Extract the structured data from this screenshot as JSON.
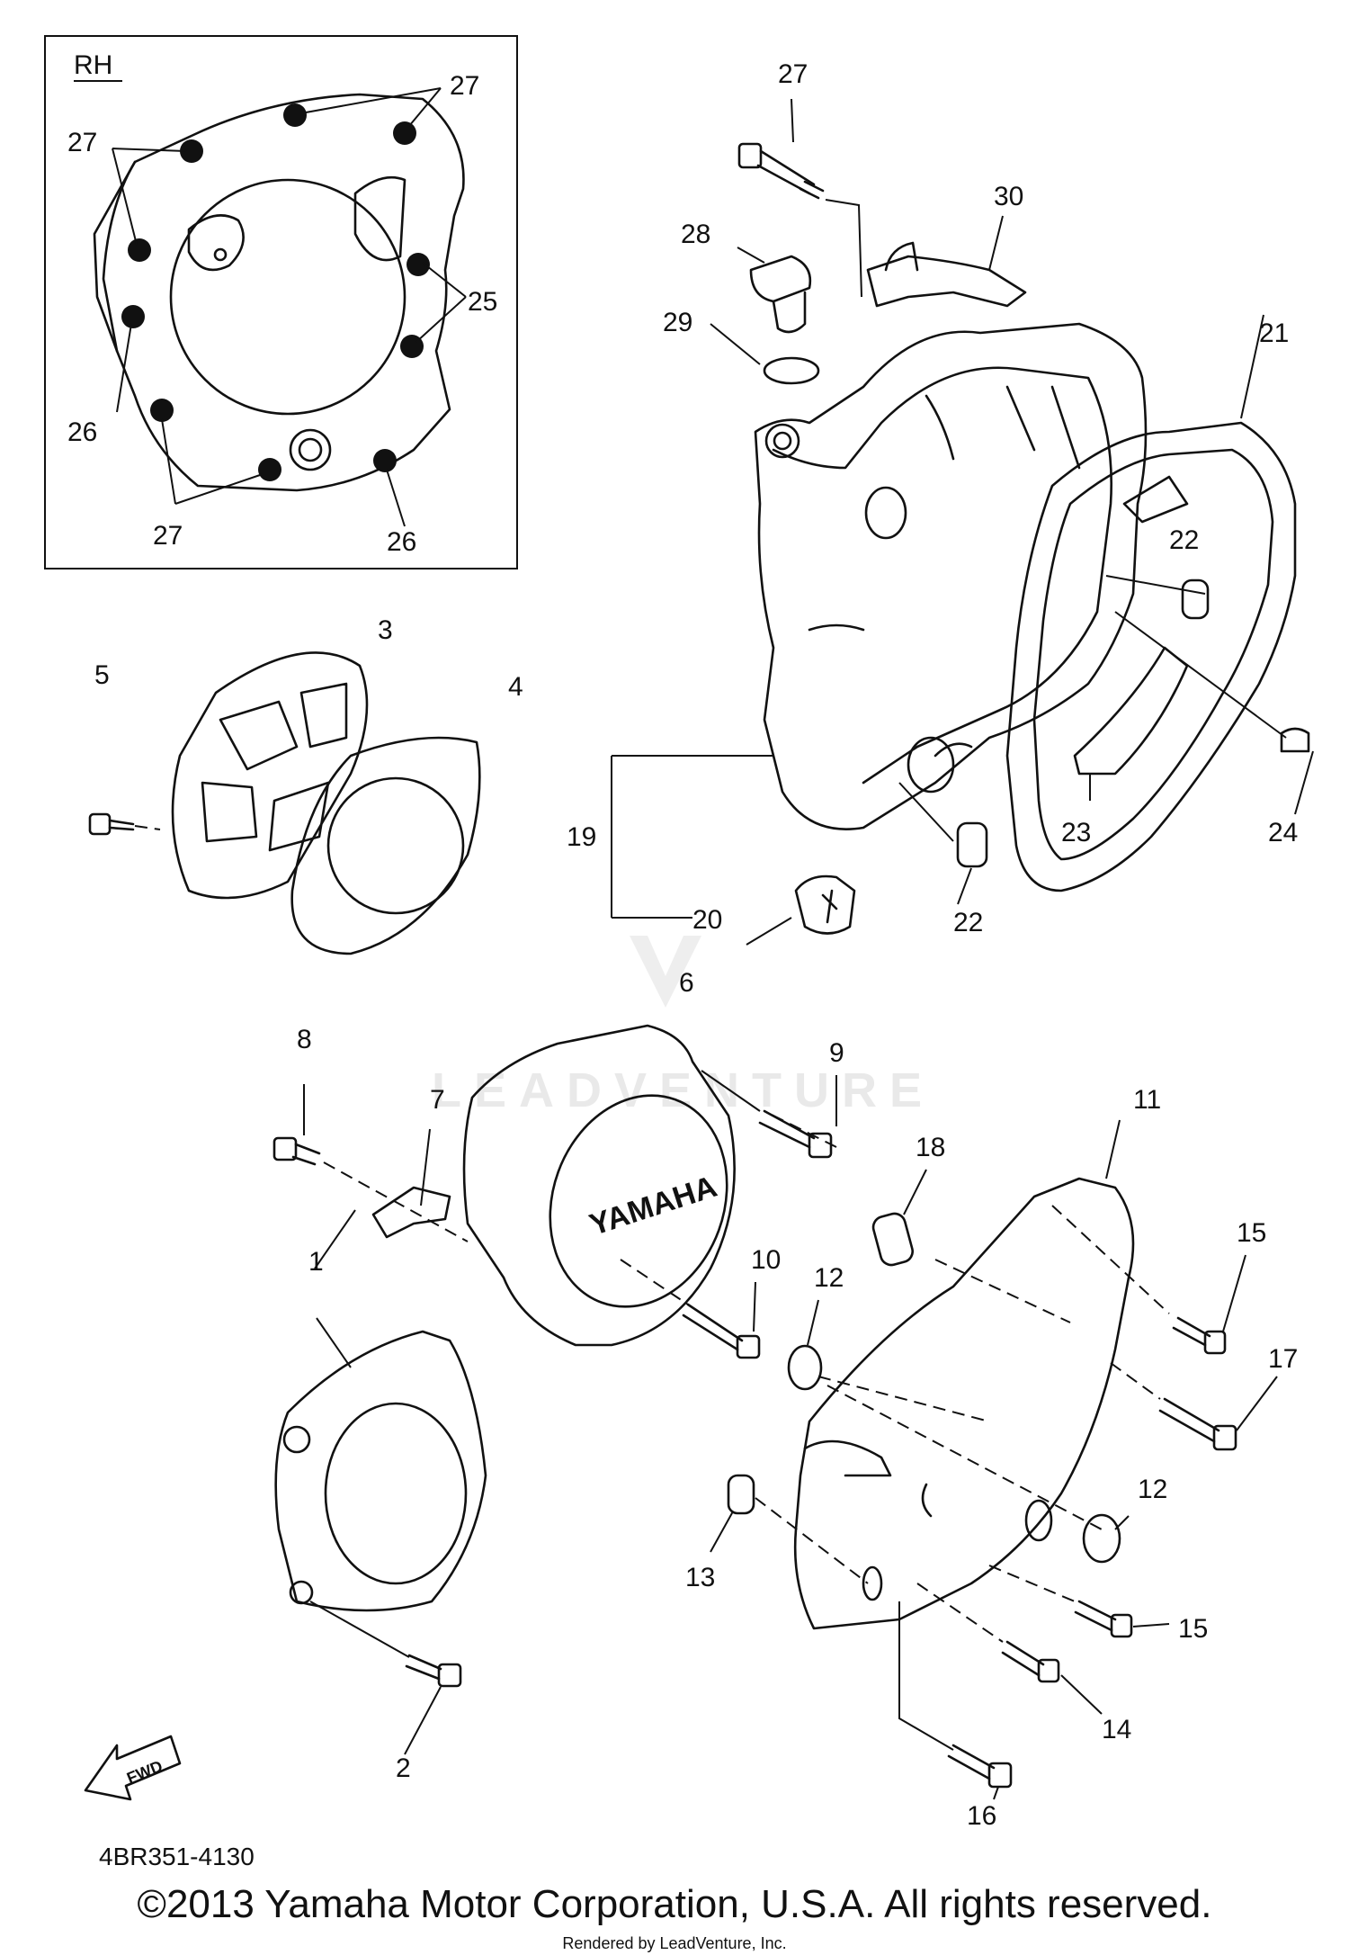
{
  "inset": {
    "title": "RH"
  },
  "callouts": [
    "1",
    "2",
    "3",
    "4",
    "5",
    "6",
    "7",
    "8",
    "9",
    "10",
    "11",
    "12",
    "12",
    "13",
    "14",
    "15",
    "15",
    "16",
    "17",
    "18",
    "19",
    "20",
    "21",
    "22",
    "22",
    "23",
    "24",
    "25",
    "26",
    "26",
    "27",
    "27",
    "27",
    "27",
    "28",
    "29",
    "30"
  ],
  "fwd_arrow_text": "FWD",
  "cover_logo": "YAMAHA",
  "watermark": "LEADVENTURE",
  "part_code": "4BR351-4130",
  "copyright": "©2013 Yamaha Motor Corporation, U.S.A. All rights reserved.",
  "rendered_by": "Rendered by LeadVenture, Inc."
}
